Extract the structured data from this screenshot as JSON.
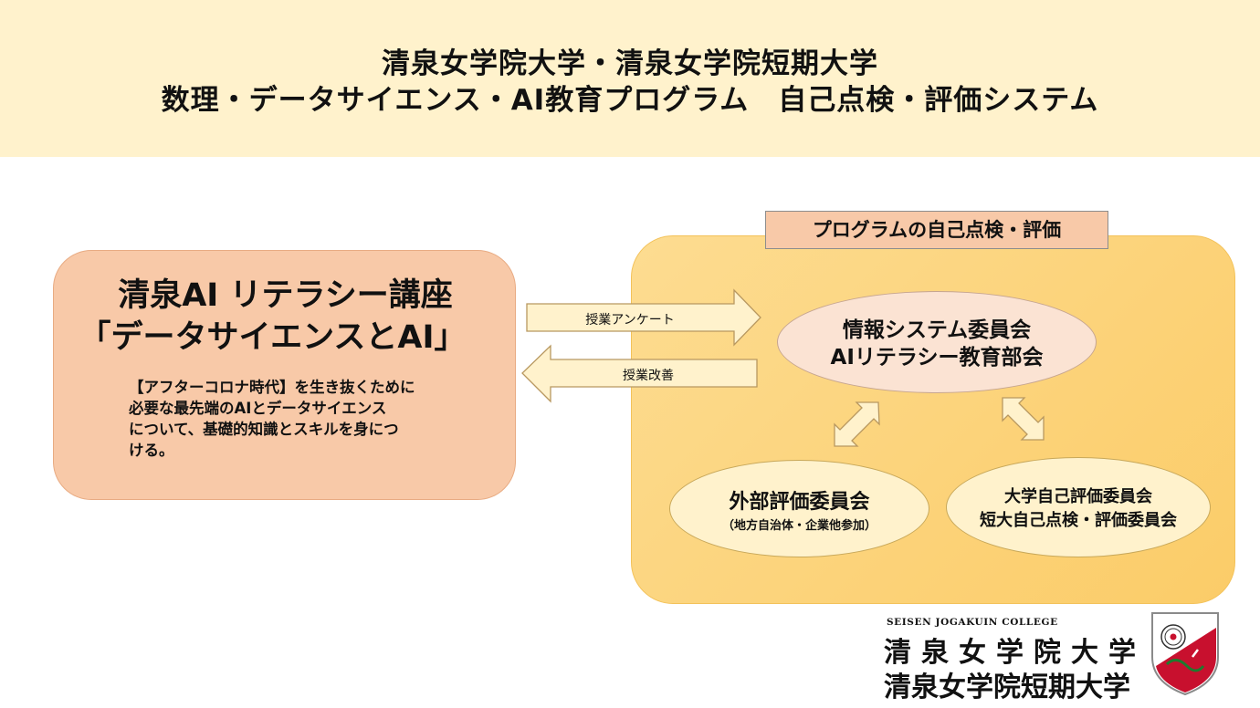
{
  "header": {
    "title_line1": "清泉女学院大学・清泉女学院短期大学",
    "title_line2": "数理・データサイエンス・AI教育プログラム　自己点検・評価システム"
  },
  "course": {
    "title_line1": "清泉AI リテラシー講座",
    "title_line2": "「データサイエンスとAI」",
    "description": [
      "【アフターコロナ時代】を生き抜くために",
      "必要な最先端のAIとデータサイエンス",
      "について、基礎的知識とスキルを身につ",
      "ける。"
    ]
  },
  "arrows": {
    "survey_label": "授業アンケート",
    "improvement_label": "授業改善"
  },
  "self_evaluation": {
    "label": "プログラムの自己点検・評価",
    "info_committee": {
      "line1": "情報システム委員会",
      "line2": "AIリテラシー教育部会"
    },
    "external_committee": {
      "line1": "外部評価委員会",
      "line2": "（地方自治体・企業他参加）"
    },
    "university_committee": {
      "line1": "大学自己評価委員会",
      "line2": "短大自己点検・評価委員会"
    }
  },
  "logo": {
    "english": "SEISEN JOGAKUIN COLLEGE",
    "line1": "清泉女学院大学",
    "line2": "清泉女学院短期大学"
  },
  "colors": {
    "header_bg": "#fff2cc",
    "course_box": "#f8c9a8",
    "evaluation_box": "#fbcf6e",
    "arrow_fill": "#fff2cc",
    "crest_red": "#c8102e"
  }
}
